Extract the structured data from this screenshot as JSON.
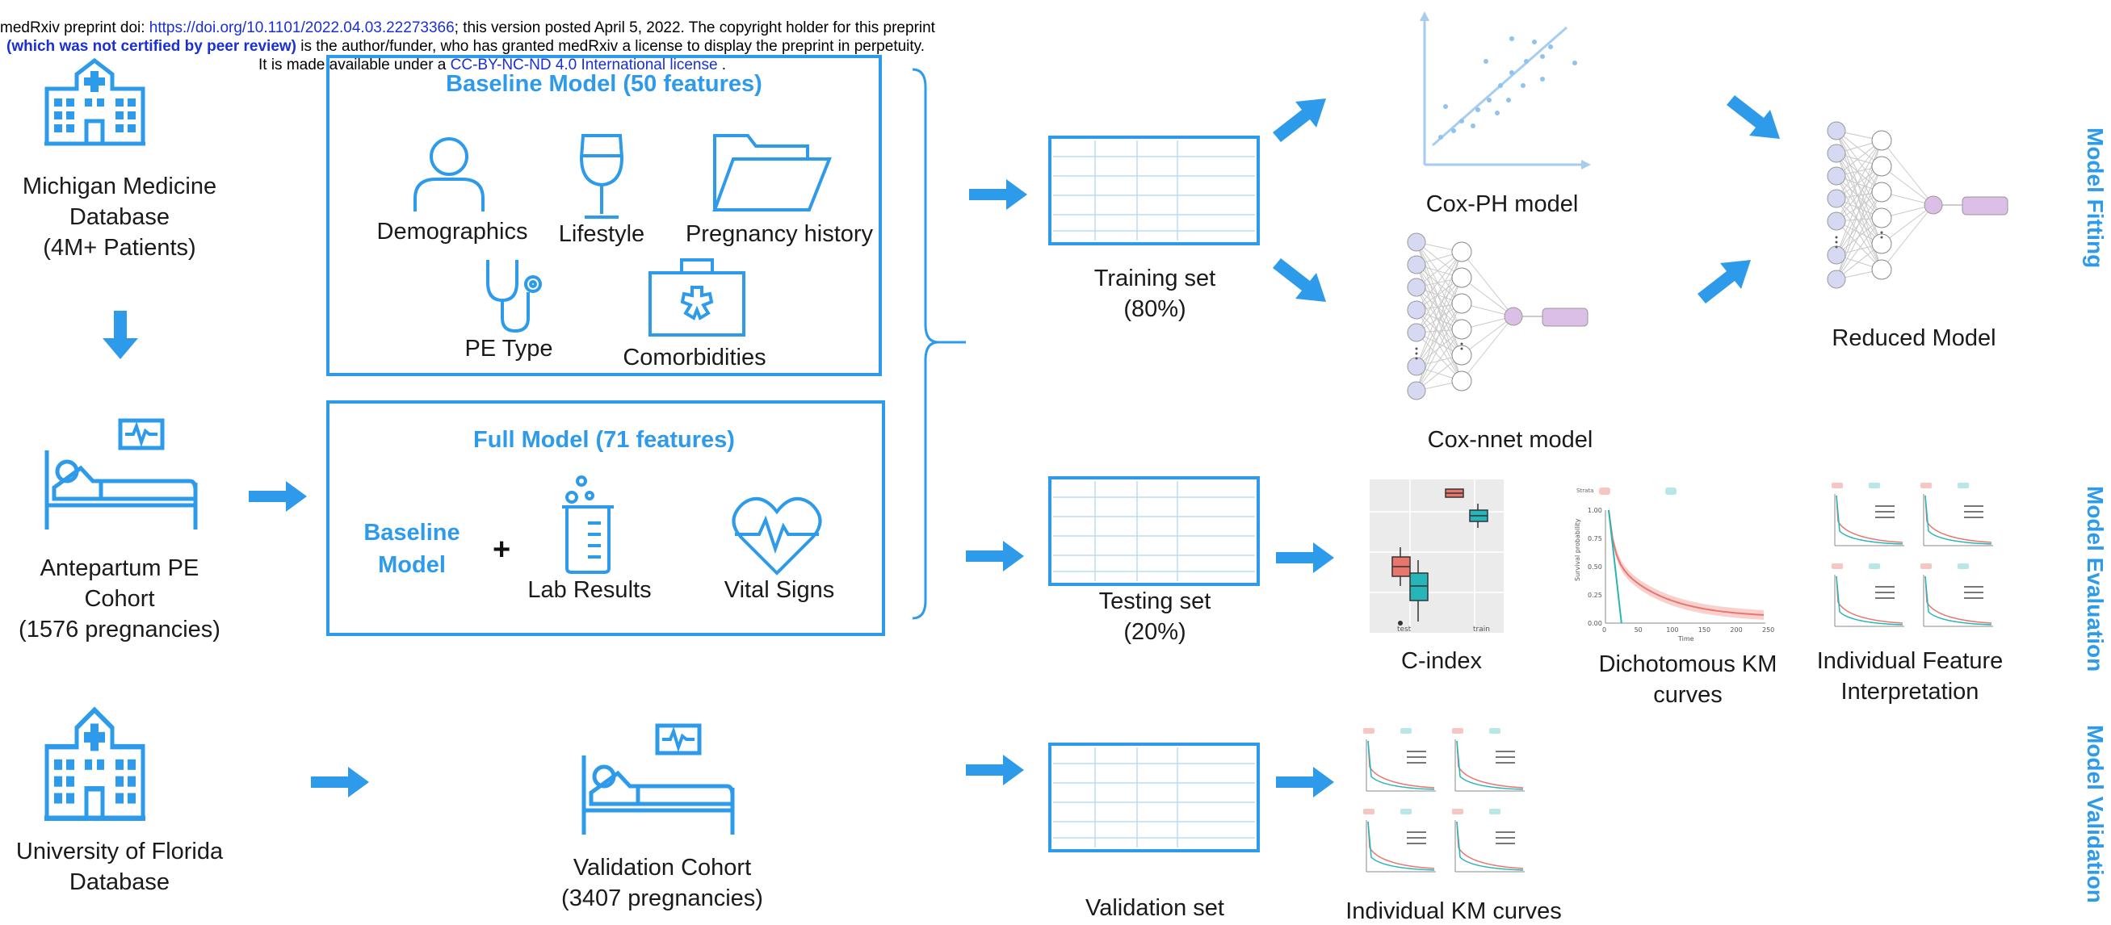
{
  "notice": {
    "line1_prefix": "medRxiv preprint doi: ",
    "doi_link": "https://doi.org/10.1101/2022.04.03.22273366",
    "line1_suffix": "; this version posted April 5, 2022. The copyright holder for this preprint",
    "line2_bold": "(which was not certified by peer review)",
    "line2_suffix": " is the author/funder, who has granted medRxiv a license to display the preprint in perpetuity.",
    "line3_prefix": "It is made available under a ",
    "license_link": "CC-BY-NC-ND 4.0 International license",
    "line3_suffix": " ."
  },
  "sources": {
    "michigan": [
      "Michigan Medicine",
      "Database",
      "(4M+ Patients)"
    ],
    "cohort": [
      "Antepartum PE",
      "Cohort",
      "(1576 pregnancies)"
    ],
    "florida": [
      "University of Florida",
      "Database"
    ]
  },
  "baseline_box": {
    "title": "Baseline Model (50 features)",
    "items": [
      "Demographics",
      "Lifestyle",
      "Pregnancy history",
      "PE Type",
      "Comorbidities"
    ]
  },
  "full_box": {
    "title": "Full Model (71 features)",
    "baseline_ref": [
      "Baseline",
      "Model"
    ],
    "plus": "+",
    "items": [
      "Lab Results",
      "Vital Signs"
    ]
  },
  "validation_cohort": [
    "Validation Cohort",
    "(3407 pregnancies)"
  ],
  "sets": {
    "training": [
      "Training set",
      "(80%)"
    ],
    "testing": [
      "Testing set",
      "(20%)"
    ],
    "validation": "Validation set"
  },
  "models": {
    "coxph": "Cox-PH model",
    "coxnnet": "Cox-nnet model",
    "reduced": "Reduced Model"
  },
  "evaluation": {
    "cindex": "C-index",
    "km": [
      "Dichotomous KM",
      "curves"
    ],
    "feature": [
      "Individual Feature",
      "Interpretation"
    ],
    "individual_km": "Individual KM curves"
  },
  "mini_km_chart": {
    "ylabel": "Survival probability",
    "xlabel": "Time",
    "yticks": [
      "1.00",
      "0.75",
      "0.50",
      "0.25",
      "0.00"
    ],
    "xticks": [
      "0",
      "50",
      "100",
      "150",
      "200",
      "250"
    ]
  },
  "mini_cindex_chart": {
    "xticks": [
      "test",
      "train"
    ]
  },
  "phases": {
    "fitting": "Model Fitting",
    "evaluation": "Model Evaluation",
    "validation": "Model Validation"
  },
  "colors": {
    "accent": "#2e9bea",
    "km_red": "#e8766d",
    "km_teal": "#26b5b8",
    "purple_node": "#dcbfe6"
  }
}
